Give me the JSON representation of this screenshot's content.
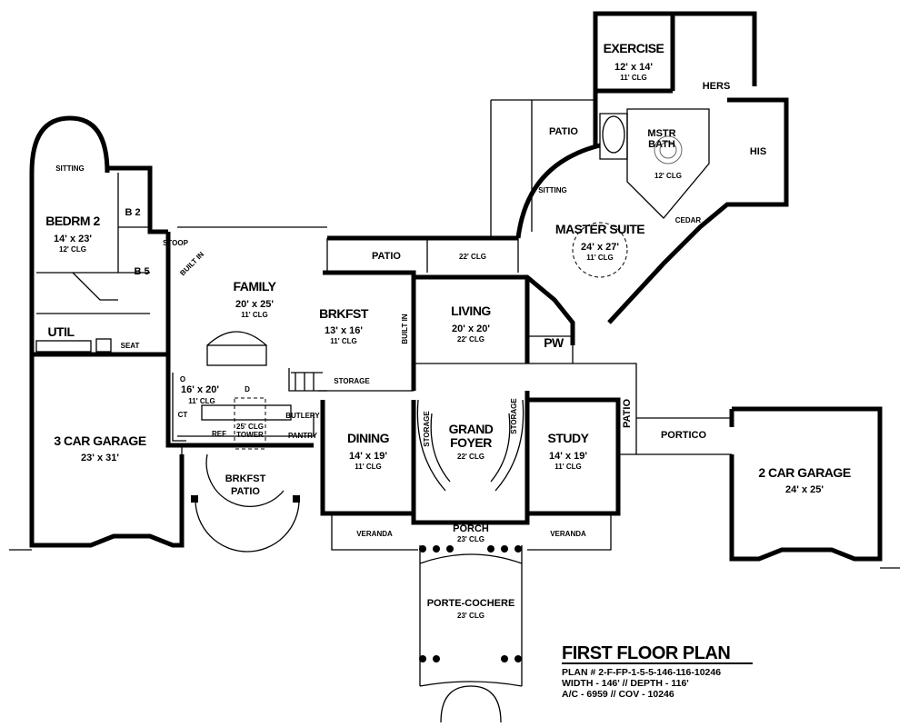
{
  "title": {
    "heading": "FIRST FLOOR PLAN",
    "plan_number": "PLAN # 2-F-FP-1-5-5-146-116-10246",
    "dimensions": "WIDTH - 146' // DEPTH - 116'",
    "area": "A/C - 6959 // COV - 10246"
  },
  "rooms": {
    "exercise": {
      "name": "EXERCISE",
      "size": "12' x 14'",
      "clg": "11' CLG"
    },
    "hers": {
      "name": "HERS"
    },
    "his": {
      "name": "HIS"
    },
    "mstr_bath": {
      "name1": "MSTR",
      "name2": "BATH",
      "clg": "12' CLG"
    },
    "cedar": {
      "name": "CEDAR"
    },
    "patio_master": {
      "name": "PATIO"
    },
    "sitting_master": {
      "name": "SITTING"
    },
    "master_suite": {
      "name": "MASTER SUITE",
      "size": "24' x 27'",
      "clg": "11' CLG"
    },
    "sitting_bed": {
      "name": "SITTING"
    },
    "bedrm2": {
      "name": "BEDRM 2",
      "size": "14' x 23'",
      "clg": "12' CLG"
    },
    "b2": {
      "name": "B 2"
    },
    "b5": {
      "name": "B 5"
    },
    "stoop": {
      "name": "STOOP"
    },
    "built_in_1": {
      "name": "BUILT IN"
    },
    "built_in_2": {
      "name": "BUILT IN"
    },
    "util": {
      "name": "UTIL"
    },
    "seat": {
      "name": "SEAT"
    },
    "family": {
      "name": "FAMILY",
      "size": "20' x 25'",
      "clg": "11' CLG"
    },
    "patio_top": {
      "name": "PATIO",
      "clg": "22' CLG"
    },
    "brkfst": {
      "name": "BRKFST",
      "size": "13' x 16'",
      "clg": "11' CLG"
    },
    "living": {
      "name": "LIVING",
      "size": "20' x 20'",
      "clg": "22' CLG"
    },
    "pw": {
      "name": "PW"
    },
    "kitchen": {
      "size": "16' x 20'",
      "clg": "11' CLG",
      "o": "O",
      "d": "D",
      "ct": "CT",
      "ref": "REF",
      "tower_clg": "25' CLG",
      "tower": "TOWER"
    },
    "storage_1": {
      "name": "STORAGE"
    },
    "storage_2": {
      "name": "STORAGE"
    },
    "storage_3": {
      "name": "STORAGE"
    },
    "butlery": {
      "name": "BUTLERY"
    },
    "pantry": {
      "name": "PANTRY"
    },
    "garage3": {
      "name": "3 CAR GARAGE",
      "size": "23' x 31'"
    },
    "brkfst_patio": {
      "name1": "BRKFST",
      "name2": "PATIO"
    },
    "dining": {
      "name": "DINING",
      "size": "14' x 19'",
      "clg": "11' CLG"
    },
    "grand_foyer": {
      "name1": "GRAND",
      "name2": "FOYER",
      "clg": "22' CLG"
    },
    "study": {
      "name": "STUDY",
      "size": "14' x 19'",
      "clg": "11' CLG"
    },
    "patio_side": {
      "name": "PATIO"
    },
    "portico": {
      "name": "PORTICO"
    },
    "garage2": {
      "name": "2 CAR GARAGE",
      "size": "24' x 25'"
    },
    "veranda_left": {
      "name": "VERANDA"
    },
    "veranda_right": {
      "name": "VERANDA"
    },
    "porch": {
      "name": "PORCH",
      "clg": "23' CLG"
    },
    "porte_cochere": {
      "name": "PORTE-COCHERE",
      "clg": "23' CLG"
    }
  }
}
